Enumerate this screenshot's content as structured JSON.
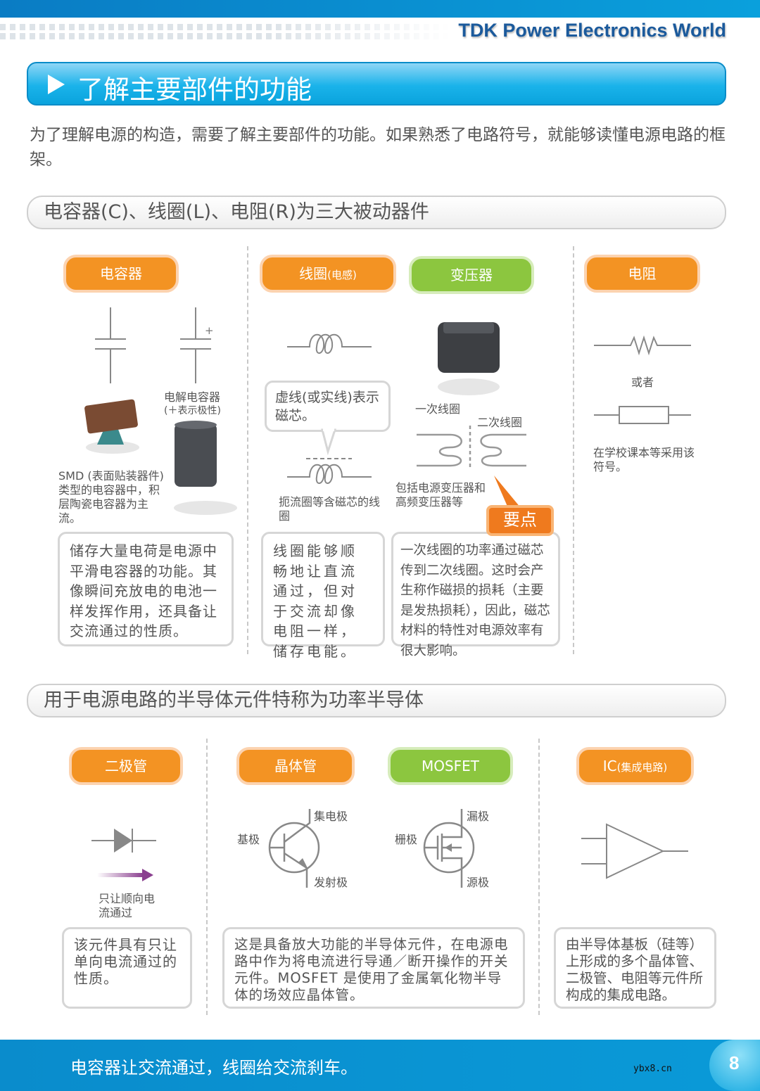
{
  "header": {
    "brand": "TDK Power Electronics World"
  },
  "title": "了解主要部件的功能",
  "intro": "为了理解电源的构造，需要了解主要部件的功能。如果熟悉了电路符号，就能够读懂电源电路的框架。",
  "section1": {
    "heading": "电容器(C)、线圈(L)、电阻(R)为三大被动器件",
    "capacitor": {
      "label": "电容器",
      "electrolytic_label": "电解电容器",
      "polarity_note": "(＋表示极性)",
      "plus": "+",
      "smd_note": "SMD (表面贴装器件)类型的电容器中，积层陶瓷电容器为主流。",
      "desc": "储存大量电荷是电源中平滑电容器的功能。其像瞬间充放电的电池一样发挥作用，还具备让交流通过的性质。"
    },
    "coil": {
      "label": "线圈",
      "label_sub": "(电感)",
      "bubble": "虚线(或实线)表示磁芯。",
      "choke_note": "扼流圈等含磁芯的线圈",
      "desc": "线圈能够顺畅地让直流通过，但对于交流却像电阻一样，储存电能。"
    },
    "transformer": {
      "label": "变压器",
      "primary": "一次线圈",
      "secondary": "二次线圈",
      "note": "包括电源变压器和高频变压器等",
      "key_point": "要点",
      "desc": "一次线圈的功率通过磁芯传到二次线圈。这时会产生称作磁损的损耗（主要是发热损耗），因此，磁芯材料的特性对电源效率有很大影响。"
    },
    "resistor": {
      "label": "电阻",
      "or": "或者",
      "note": "在学校课本等采用该符号。"
    }
  },
  "section2": {
    "heading": "用于电源电路的半导体元件特称为功率半导体",
    "diode": {
      "label": "二极管",
      "note": "只让顺向电流通过",
      "desc": "该元件具有只让单向电流通过的性质。"
    },
    "transistor": {
      "label": "晶体管",
      "collector": "集电极",
      "base": "基极",
      "emitter": "发射极"
    },
    "mosfet": {
      "label": "MOSFET",
      "drain": "漏极",
      "gate": "栅极",
      "source": "源极"
    },
    "transistor_desc": "这是具备放大功能的半导体元件，在电源电路中作为将电流进行导通／断开操作的开关元件。MOSFET 是使用了金属氧化物半导体的场效应晶体管。",
    "ic": {
      "label": "IC",
      "label_sub": "(集成电路)",
      "desc": "由半导体基板（硅等）上形成的多个晶体管、二极管、电阻等元件所构成的集成电路。"
    }
  },
  "footer": {
    "tagline": "电容器让交流通过，线圈给交流刹车。",
    "watermark": "ybx8.cn",
    "page": "8"
  },
  "colors": {
    "blue": "#0aa3dd",
    "orange": "#f39323",
    "green": "#8cc63f"
  }
}
